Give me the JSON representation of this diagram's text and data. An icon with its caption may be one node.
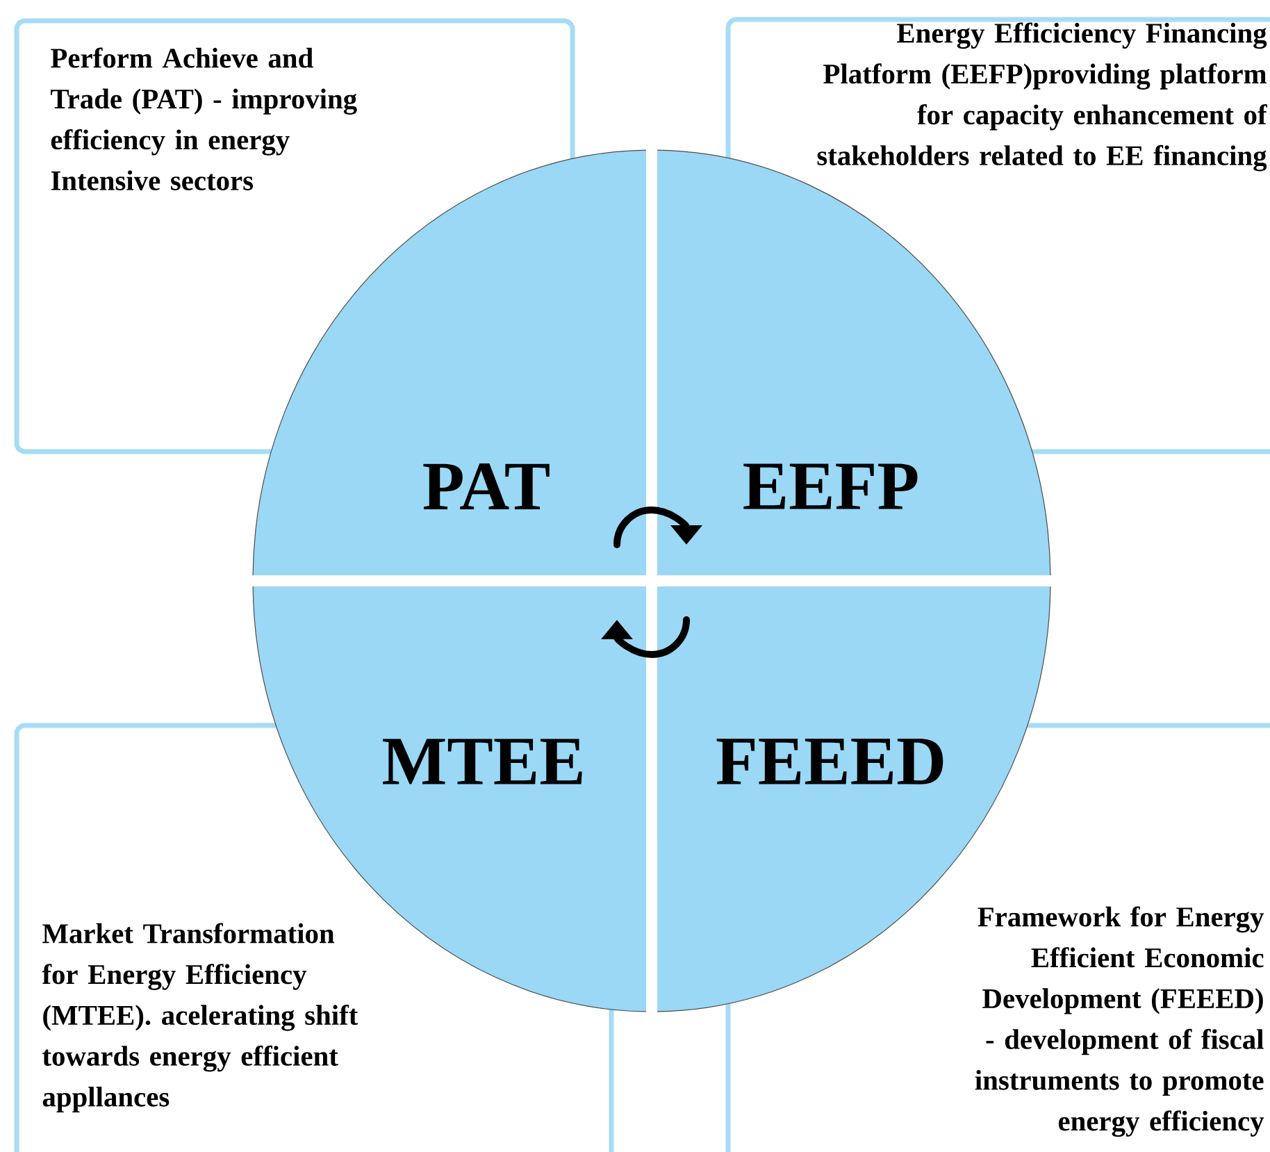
{
  "diagram": {
    "nodes": [
      {
        "text": [
          "Perform Achieve and Trade (PAT) - improving efficiency in energy Intensive sectors"
        ]
      },
      {
        "text": [
          "Energy Efficiciency Financing Platform (EEFP)providing platform for capacity enhancement of stakeholders related to EE financing"
        ]
      },
      {
        "text": [
          "PAT"
        ]
      },
      {
        "text": [
          "EEFP"
        ]
      },
      {
        "text": [
          "MTEE"
        ]
      },
      {
        "text": [
          "FEEED"
        ]
      },
      {
        "text": [
          "Market Transformation for Energy Efficiency (MTEE). acelerating shift towards energy efficient appllances"
        ]
      },
      {
        "text": [
          "Framework for Energy Efficient Economic Development (FEEED) - development of fiscal instruments to promote energy efficiency"
        ]
      }
    ],
    "edges": [
      {
        "from": 2,
        "to": 3,
        "arrow": "to"
      },
      {
        "from": 5,
        "to": 4,
        "arrow": "to"
      }
    ]
  }
}
